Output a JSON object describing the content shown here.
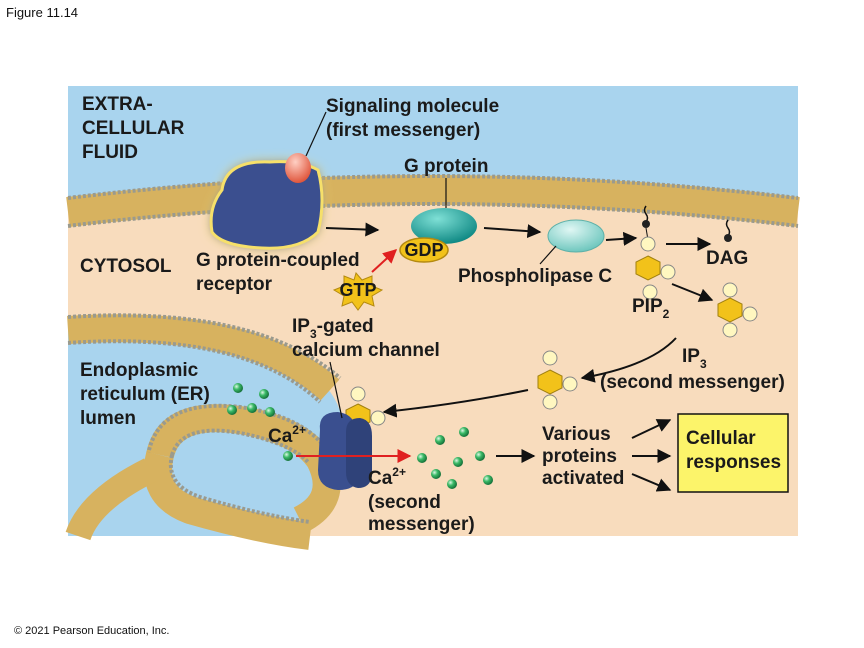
{
  "figure_label": "Figure 11.14",
  "copyright": "© 2021 Pearson Education, Inc.",
  "labels": {
    "extracellular_line1": "EXTRA-",
    "extracellular_line2": "CELLULAR",
    "extracellular_line3": "FLUID",
    "cytosol": "CYTOSOL",
    "signaling_line1": "Signaling molecule",
    "signaling_line2": "(first messenger)",
    "g_protein": "G protein",
    "gdp": "GDP",
    "gtp": "GTP",
    "receptor_line1": "G protein-coupled",
    "receptor_line2": "receptor",
    "phospholipase": "Phospholipase C",
    "dag": "DAG",
    "pip2": "PIP",
    "pip2_sub": "2",
    "ip3": "IP",
    "ip3_sub": "3",
    "ip3_note": "(second messenger)",
    "channel_prefix": "IP",
    "channel_sub": "3",
    "channel_rest": "-gated",
    "channel_line2": "calcium channel",
    "er_line1": "Endoplasmic",
    "er_line2": "reticulum (ER)",
    "er_line3": "lumen",
    "ca_lumen": "Ca",
    "ca_lumen_sup": "2+",
    "ca_cytosol": "Ca",
    "ca_cytosol_sup": "2+",
    "ca_line2": "(second",
    "ca_line3": "messenger)",
    "various_line1": "Various",
    "various_line2": "proteins",
    "various_line3": "activated",
    "cellular_line1": "Cellular",
    "cellular_line2": "responses"
  },
  "colors": {
    "extracellular": "#a9d4ee",
    "cytosol": "#f8dcbd",
    "membrane": "#d7b25f",
    "lipid_head": "#9a9a8e",
    "receptor": "#3a4f8f",
    "g_protein": "#1fa7a1",
    "phospholipase": "#94d6cf",
    "gdp_badge": "#f2c21a",
    "ca_ion": "#2fa85a",
    "response_box": "#fcf46a",
    "activation_arrow": "#e02020"
  }
}
